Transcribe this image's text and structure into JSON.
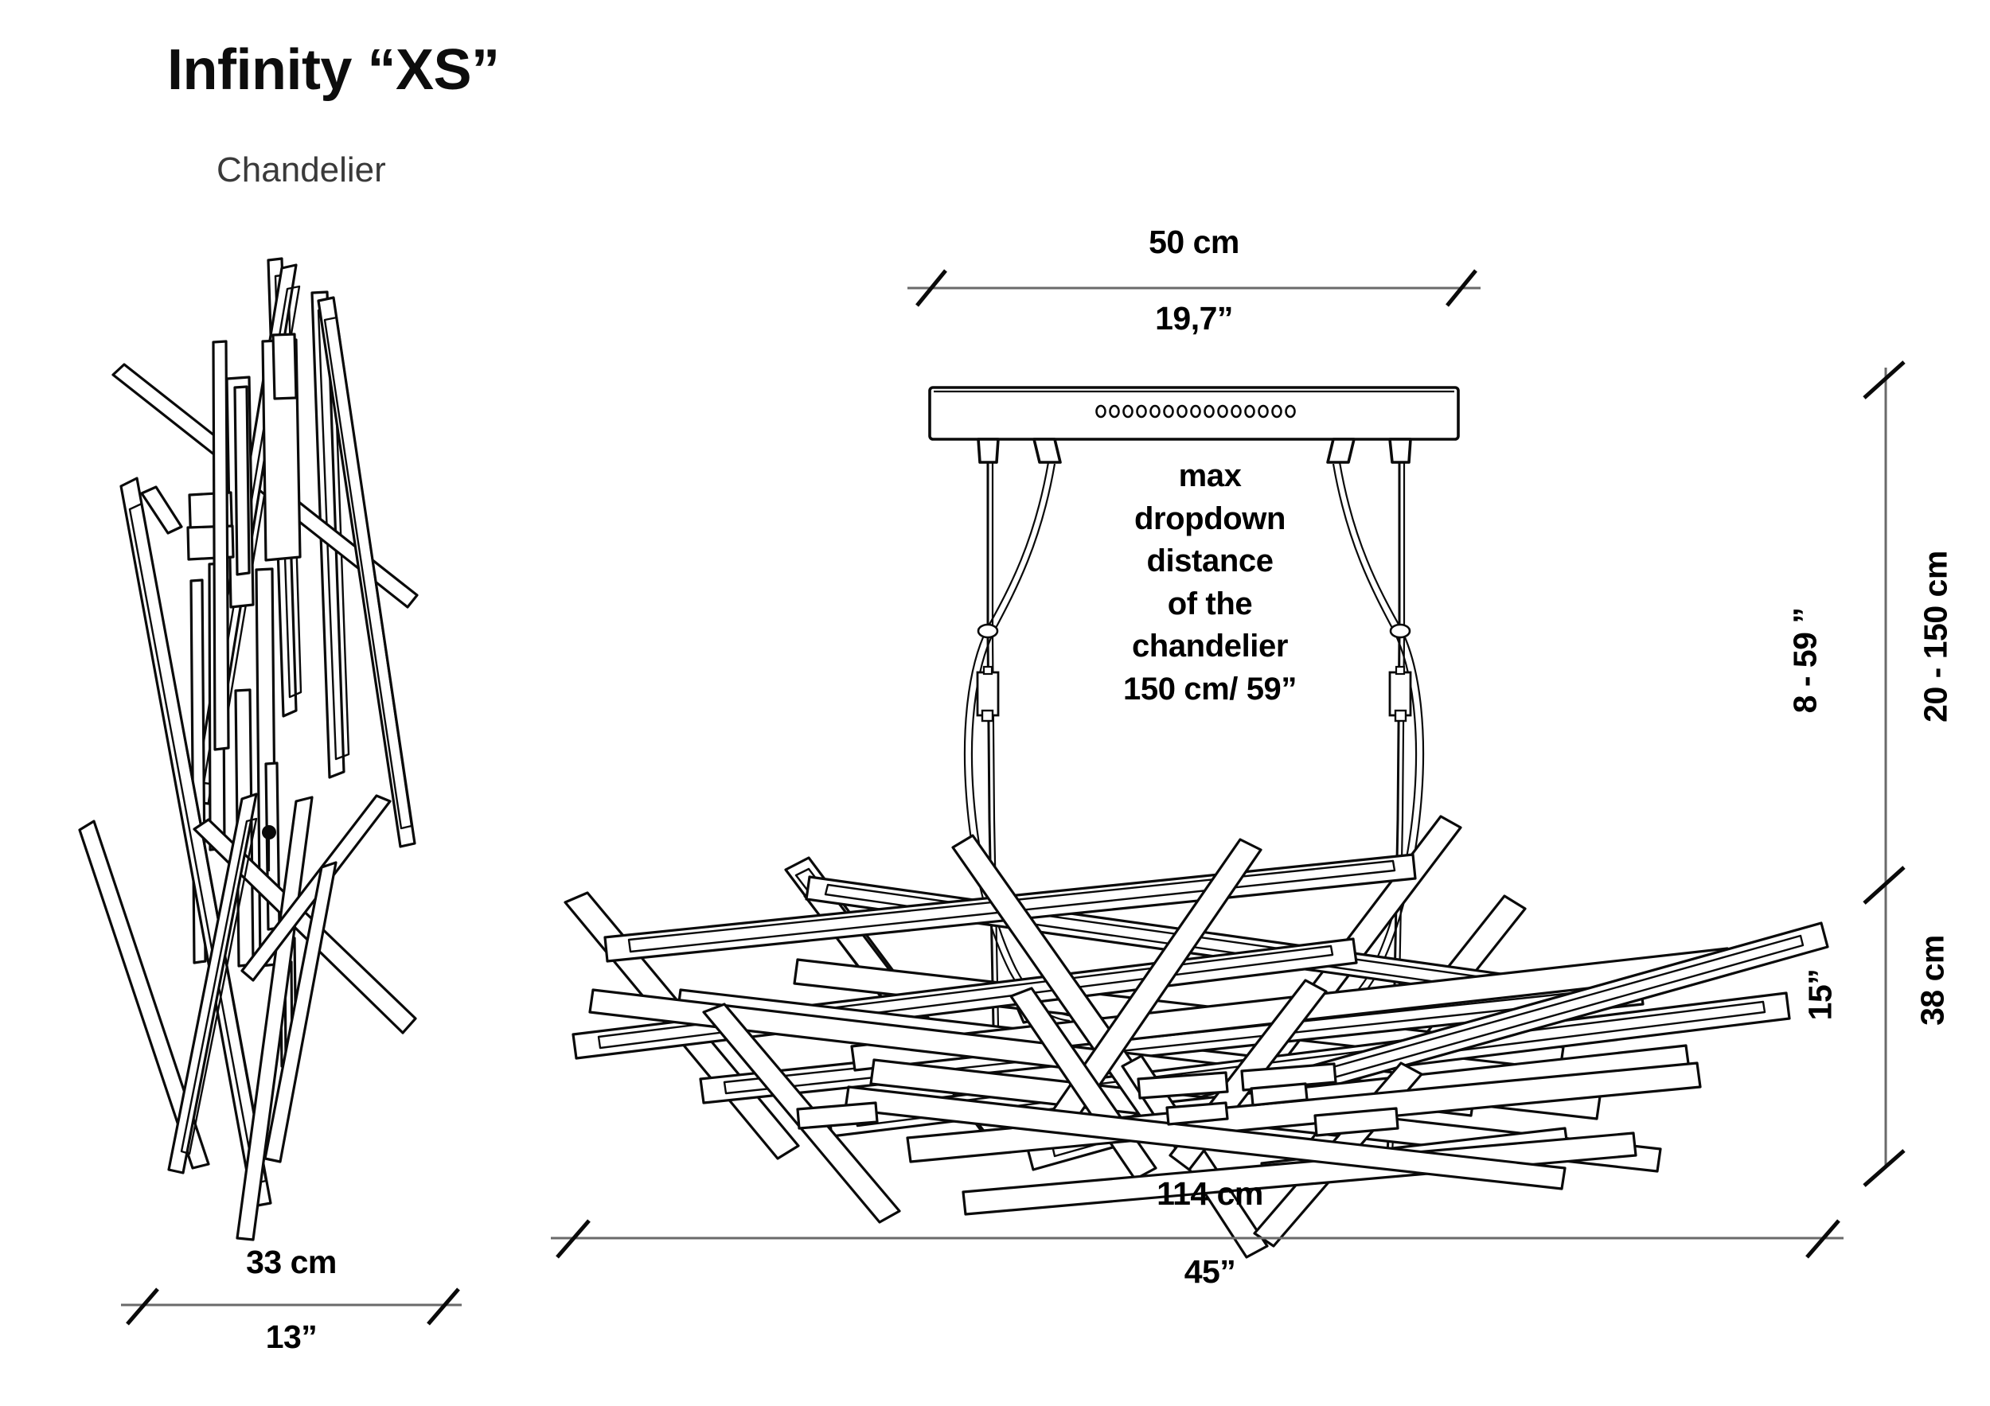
{
  "header": {
    "title": "Infinity “XS”",
    "subtitle": "Chandelier"
  },
  "callout": {
    "line1": "max",
    "line2": "dropdown",
    "line3": "distance",
    "line4": "of the",
    "line5": "chandelier",
    "line6": "150 cm/ 59”"
  },
  "dimensions": {
    "canopy_width_cm": "50 cm",
    "canopy_width_in": "19,7”",
    "overall_width_cm": "114 cm",
    "overall_width_in": "45”",
    "drop_range_cm": "20 - 150 cm",
    "drop_range_in": "8 - 59 ”",
    "body_height_cm": "38 cm",
    "body_height_in": "15”",
    "side_width_cm": "33 cm",
    "side_width_in": "13”"
  },
  "colors": {
    "ink": "#0a0a0a",
    "dim_line": "#6a6a6a",
    "subtitle": "#3a3a3a",
    "paper": "#ffffff"
  },
  "icons": {
    "canopy": "ceiling-canopy",
    "led_vent": "led-vent-hole",
    "steel_cable": "steel-suspension-cable",
    "power_cable": "power-cable",
    "cable_gripper": "cable-gripper",
    "dim_tick": "dimension-slash-tick"
  },
  "views": {
    "side_view_name": "side-elevation-view",
    "front_view_name": "front-elevation-view"
  }
}
